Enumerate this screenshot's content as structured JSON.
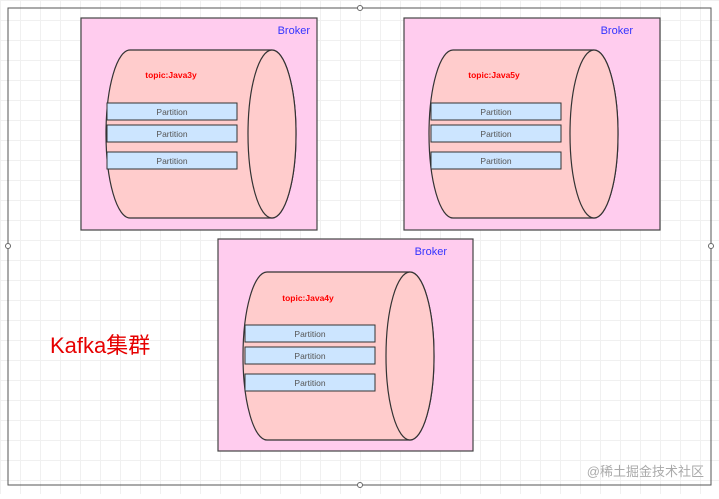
{
  "cluster": {
    "label": "Kafka集群",
    "label_color": "#e60000",
    "frame_color": "#555555"
  },
  "brokers": [
    {
      "label": "Broker",
      "topic": "topic:Java3y",
      "partitions": [
        "Partition",
        "Partition",
        "Partition"
      ]
    },
    {
      "label": "Broker",
      "topic": "topic:Java5y",
      "partitions": [
        "Partition",
        "Partition",
        "Partition"
      ]
    },
    {
      "label": "Broker",
      "topic": "topic:Java4y",
      "partitions": [
        "Partition",
        "Partition",
        "Partition"
      ]
    }
  ],
  "colors": {
    "broker_fill": "#ffccee",
    "broker_stroke": "#444444",
    "broker_label": "#3333ff",
    "cylinder_fill": "#ffcccc",
    "cylinder_stroke": "#333333",
    "topic_text": "#ff0000",
    "partition_fill": "#cce5ff",
    "partition_stroke": "#333333",
    "partition_text": "#555555"
  },
  "watermark": "@稀土掘金技术社区"
}
